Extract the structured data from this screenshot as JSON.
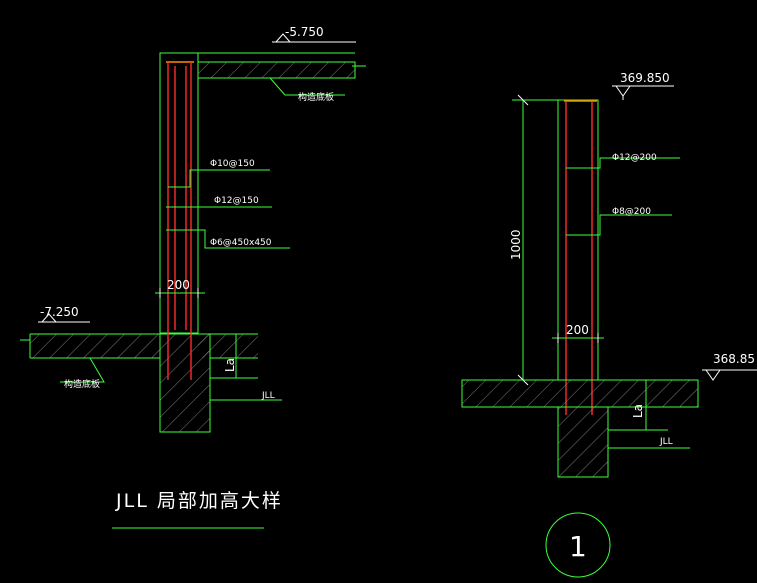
{
  "left_detail": {
    "top_elevation": "-5.750",
    "top_slab_label": "构造底板",
    "rebar_1": "Φ10@150",
    "rebar_2": "Φ12@150",
    "rebar_3": "Φ6@450x450",
    "wall_thickness": "200",
    "bottom_elevation": "-7.250",
    "bottom_slab_label": "构造底板",
    "anchorage_label": "Lа",
    "beam_label": "JLL",
    "title": "JLL 局部加高大样"
  },
  "right_detail": {
    "top_elevation": "369.850",
    "rebar_1": "Φ12@200",
    "rebar_2": "Φ8@200",
    "height_dim": "1000",
    "wall_thickness": "200",
    "bottom_elevation": "368.85",
    "anchorage_label": "Lа",
    "beam_label": "JLL",
    "detail_number": "1"
  },
  "colors": {
    "background": "#000000",
    "outline": "#3dff3d",
    "text": "#ffffff",
    "rebar": "#ff2a2a",
    "top_rebar": "#ff8c00"
  }
}
